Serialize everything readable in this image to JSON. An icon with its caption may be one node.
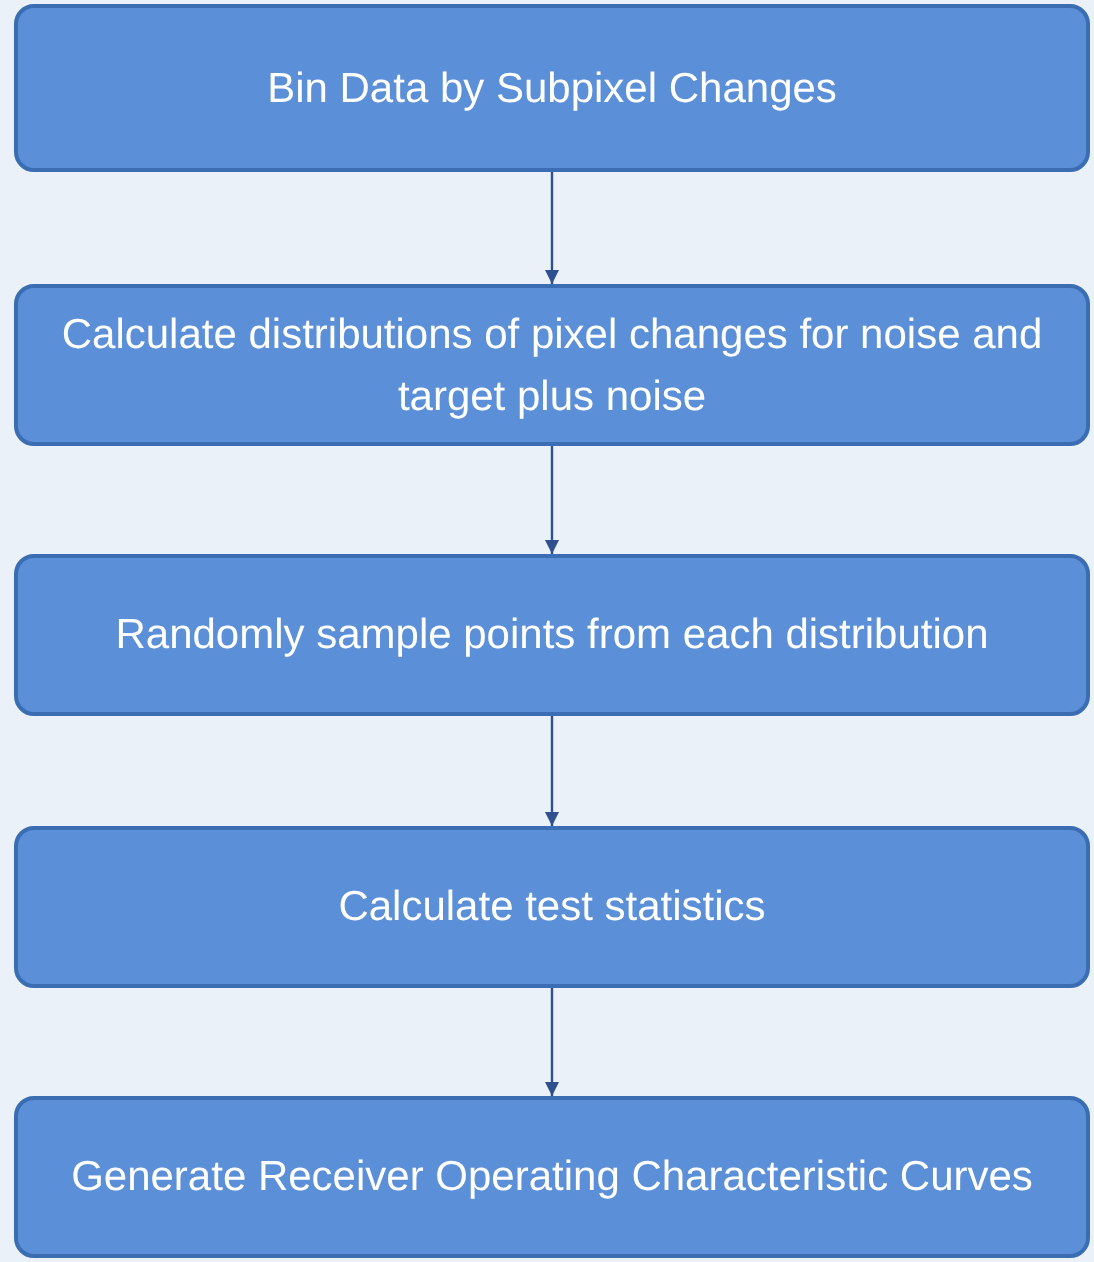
{
  "diagram": {
    "nodes": [
      {
        "text": [
          "Bin Data by Subpixel Changes"
        ]
      },
      {
        "text": [
          "Calculate distributions of pixel changes for noise and target plus noise"
        ]
      },
      {
        "text": [
          "Randomly sample points from each distribution"
        ]
      },
      {
        "text": [
          "Calculate test statistics"
        ]
      },
      {
        "text": [
          "Generate Receiver Operating Characteristic Curves"
        ]
      }
    ],
    "edges": [
      {
        "from": 0,
        "to": 1,
        "arrow": "to"
      },
      {
        "from": 1,
        "to": 2,
        "arrow": "to"
      },
      {
        "from": 2,
        "to": 3,
        "arrow": "to"
      },
      {
        "from": 3,
        "to": 4,
        "arrow": "to"
      }
    ]
  }
}
